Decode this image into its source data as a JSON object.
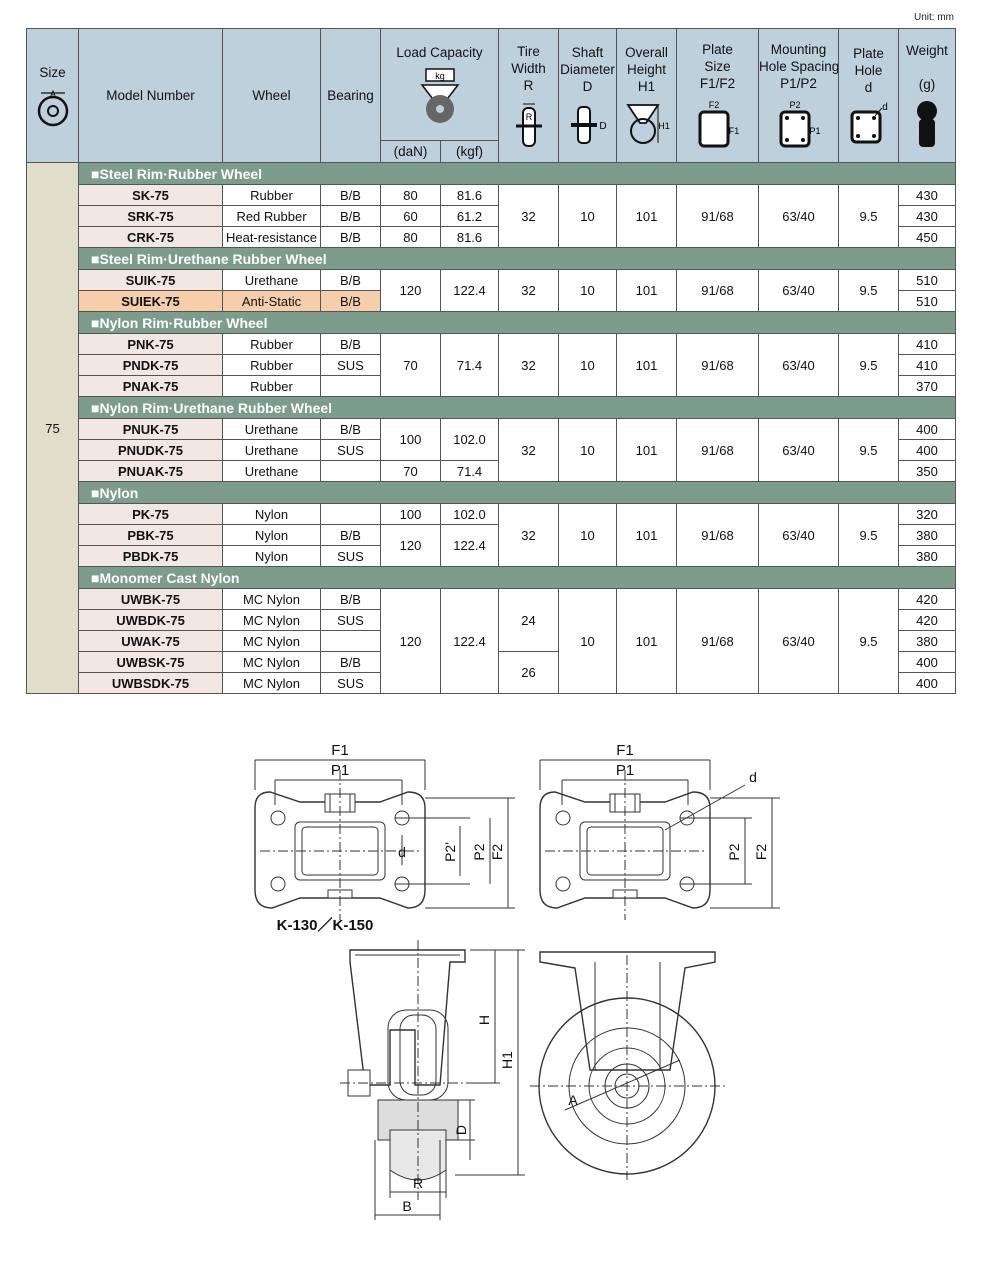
{
  "unit_note": "Unit: mm",
  "headers": {
    "size": "Size",
    "size_icon_label": "A",
    "model": "Model Number",
    "wheel": "Wheel",
    "bearing": "Bearing",
    "load": "Load Capacity",
    "load_icon_label": "kg",
    "load_dan": "(daN)",
    "load_kgf": "(kgf)",
    "tire_l1": "Tire",
    "tire_l2": "Width",
    "tire_l3": "R",
    "tire_icon_label": "R",
    "shaft_l1": "Shaft",
    "shaft_l2": "Diameter",
    "shaft_l3": "D",
    "shaft_icon_label": "D",
    "height_l1": "Overall",
    "height_l2": "Height",
    "height_l3": "H1",
    "height_icon_label": "H1",
    "plate_l1": "Plate",
    "plate_l2": "Size",
    "plate_l3": "F1/F2",
    "plate_icon_f2": "F2",
    "plate_icon_f1": "F1",
    "mount_l1": "Mounting",
    "mount_l2": "Hole Spacing",
    "mount_l3": "P1/P2",
    "mount_icon_p2": "P2",
    "mount_icon_p1": "P1",
    "hole_l1": "Plate",
    "hole_l2": "Hole",
    "hole_l3": "d",
    "hole_icon_label": "d",
    "weight_l1": "Weight",
    "weight_l2": "(g)"
  },
  "size_value": "75",
  "sections": [
    {
      "title": "■Steel Rim·Rubber Wheel",
      "tire": "32",
      "shaft": "10",
      "height": "101",
      "plate": "91/68",
      "mount": "63/40",
      "hole": "9.5",
      "load": [
        {
          "dan": "80",
          "kgf": "81.6"
        },
        {
          "dan": "60",
          "kgf": "61.2"
        },
        {
          "dan": "80",
          "kgf": "81.6"
        }
      ],
      "rows": [
        {
          "model": "SK-75",
          "wheel": "Rubber",
          "bearing": "B/B",
          "weight": "430"
        },
        {
          "model": "SRK-75",
          "wheel": "Red Rubber",
          "bearing": "B/B",
          "weight": "430"
        },
        {
          "model": "CRK-75",
          "wheel": "Heat-resistance",
          "bearing": "B/B",
          "weight": "450"
        }
      ]
    },
    {
      "title": "■Steel Rim·Urethane Rubber Wheel",
      "tire": "32",
      "shaft": "10",
      "height": "101",
      "plate": "91/68",
      "mount": "63/40",
      "hole": "9.5",
      "load": [
        {
          "dan": "120",
          "kgf": "122.4"
        }
      ],
      "rows": [
        {
          "model": "SUIK-75",
          "wheel": "Urethane",
          "bearing": "B/B",
          "weight": "510"
        },
        {
          "model": "SUIEK-75",
          "wheel": "Anti-Static",
          "bearing": "B/B",
          "weight": "510"
        }
      ]
    },
    {
      "title": "■Nylon Rim·Rubber Wheel",
      "tire": "32",
      "shaft": "10",
      "height": "101",
      "plate": "91/68",
      "mount": "63/40",
      "hole": "9.5",
      "load": [
        {
          "dan": "70",
          "kgf": "71.4"
        }
      ],
      "rows": [
        {
          "model": "PNK-75",
          "wheel": "Rubber",
          "bearing": "B/B",
          "weight": "410"
        },
        {
          "model": "PNDK-75",
          "wheel": "Rubber",
          "bearing": "SUS",
          "weight": "410"
        },
        {
          "model": "PNAK-75",
          "wheel": "Rubber",
          "bearing": "",
          "weight": "370"
        }
      ]
    },
    {
      "title": "■Nylon Rim·Urethane Rubber Wheel",
      "tire": "32",
      "shaft": "10",
      "height": "101",
      "plate": "91/68",
      "mount": "63/40",
      "hole": "9.5",
      "load": [
        {
          "dan": "100",
          "kgf": "102.0"
        },
        {
          "dan": "70",
          "kgf": "71.4"
        }
      ],
      "rows": [
        {
          "model": "PNUK-75",
          "wheel": "Urethane",
          "bearing": "B/B",
          "weight": "400"
        },
        {
          "model": "PNUDK-75",
          "wheel": "Urethane",
          "bearing": "SUS",
          "weight": "400"
        },
        {
          "model": "PNUAK-75",
          "wheel": "Urethane",
          "bearing": "",
          "weight": "350"
        }
      ]
    },
    {
      "title": "■Nylon",
      "tire": "32",
      "shaft": "10",
      "height": "101",
      "plate": "91/68",
      "mount": "63/40",
      "hole": "9.5",
      "load": [
        {
          "dan": "100",
          "kgf": "102.0"
        },
        {
          "dan": "120",
          "kgf": "122.4"
        }
      ],
      "rows": [
        {
          "model": "PK-75",
          "wheel": "Nylon",
          "bearing": "",
          "weight": "320"
        },
        {
          "model": "PBK-75",
          "wheel": "Nylon",
          "bearing": "B/B",
          "weight": "380"
        },
        {
          "model": "PBDK-75",
          "wheel": "Nylon",
          "bearing": "SUS",
          "weight": "380"
        }
      ]
    },
    {
      "title": "■Monomer Cast Nylon",
      "tire_a": "24",
      "tire_b": "26",
      "shaft": "10",
      "height": "101",
      "plate": "91/68",
      "mount": "63/40",
      "hole": "9.5",
      "load": [
        {
          "dan": "120",
          "kgf": "122.4"
        }
      ],
      "rows": [
        {
          "model": "UWBK-75",
          "wheel": "MC Nylon",
          "bearing": "B/B",
          "weight": "420"
        },
        {
          "model": "UWBDK-75",
          "wheel": "MC Nylon",
          "bearing": "SUS",
          "weight": "420"
        },
        {
          "model": "UWAK-75",
          "wheel": "MC Nylon",
          "bearing": "",
          "weight": "380"
        },
        {
          "model": "UWBSK-75",
          "wheel": "MC Nylon",
          "bearing": "B/B",
          "weight": "400"
        },
        {
          "model": "UWBSDK-75",
          "wheel": "MC Nylon",
          "bearing": "SUS",
          "weight": "400"
        }
      ]
    }
  ],
  "drawing_labels": {
    "f1": "F1",
    "p1": "P1",
    "p2": "P2",
    "p2_prime": "P2'",
    "f2": "F2",
    "d": "d",
    "variant_note": "K-130／K-150",
    "h": "H",
    "h1": "H1",
    "shaft_d": "D",
    "r": "R",
    "b": "B",
    "a": "A"
  }
}
